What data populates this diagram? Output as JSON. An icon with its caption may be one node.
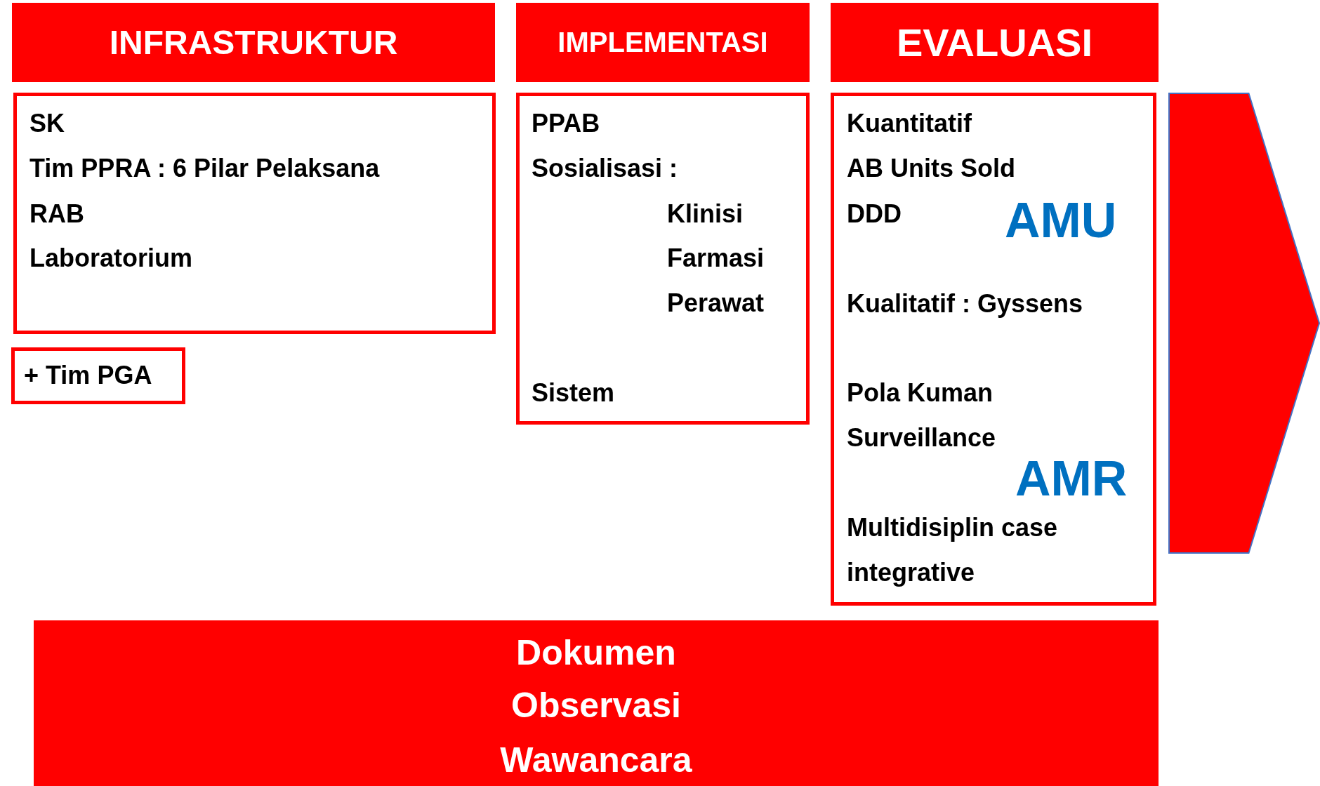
{
  "diagram": {
    "nodes": [
      {
        "text": [
          "INFRASTRUKTUR"
        ]
      },
      {
        "text": [
          "IMPLEMENTASI"
        ]
      },
      {
        "text": [
          "EVALUASI"
        ]
      },
      {
        "text": [
          "SK",
          "Tim PPRA : 6 Pilar Pelaksana",
          "RAB",
          "Laboratorium"
        ]
      },
      {
        "text": [
          "+ Tim PGA"
        ]
      },
      {
        "text": [
          "PPAB",
          "Sosialisasi :",
          "Klinisi",
          "Farmasi",
          "Perawat",
          "Sistem"
        ]
      },
      {
        "text": [
          "Kuantitatif",
          "AB Units Sold",
          "DDD",
          "AMU",
          "Kualitatif : Gyssens",
          "Pola Kuman",
          "Surveillance",
          "AMR",
          "Multidisiplin case integrative"
        ]
      },
      {
        "text": [],
        "shape": "arrow"
      },
      {
        "text": [
          "Dokumen",
          "Observasi",
          "Wawancara"
        ]
      }
    ],
    "edges": []
  }
}
